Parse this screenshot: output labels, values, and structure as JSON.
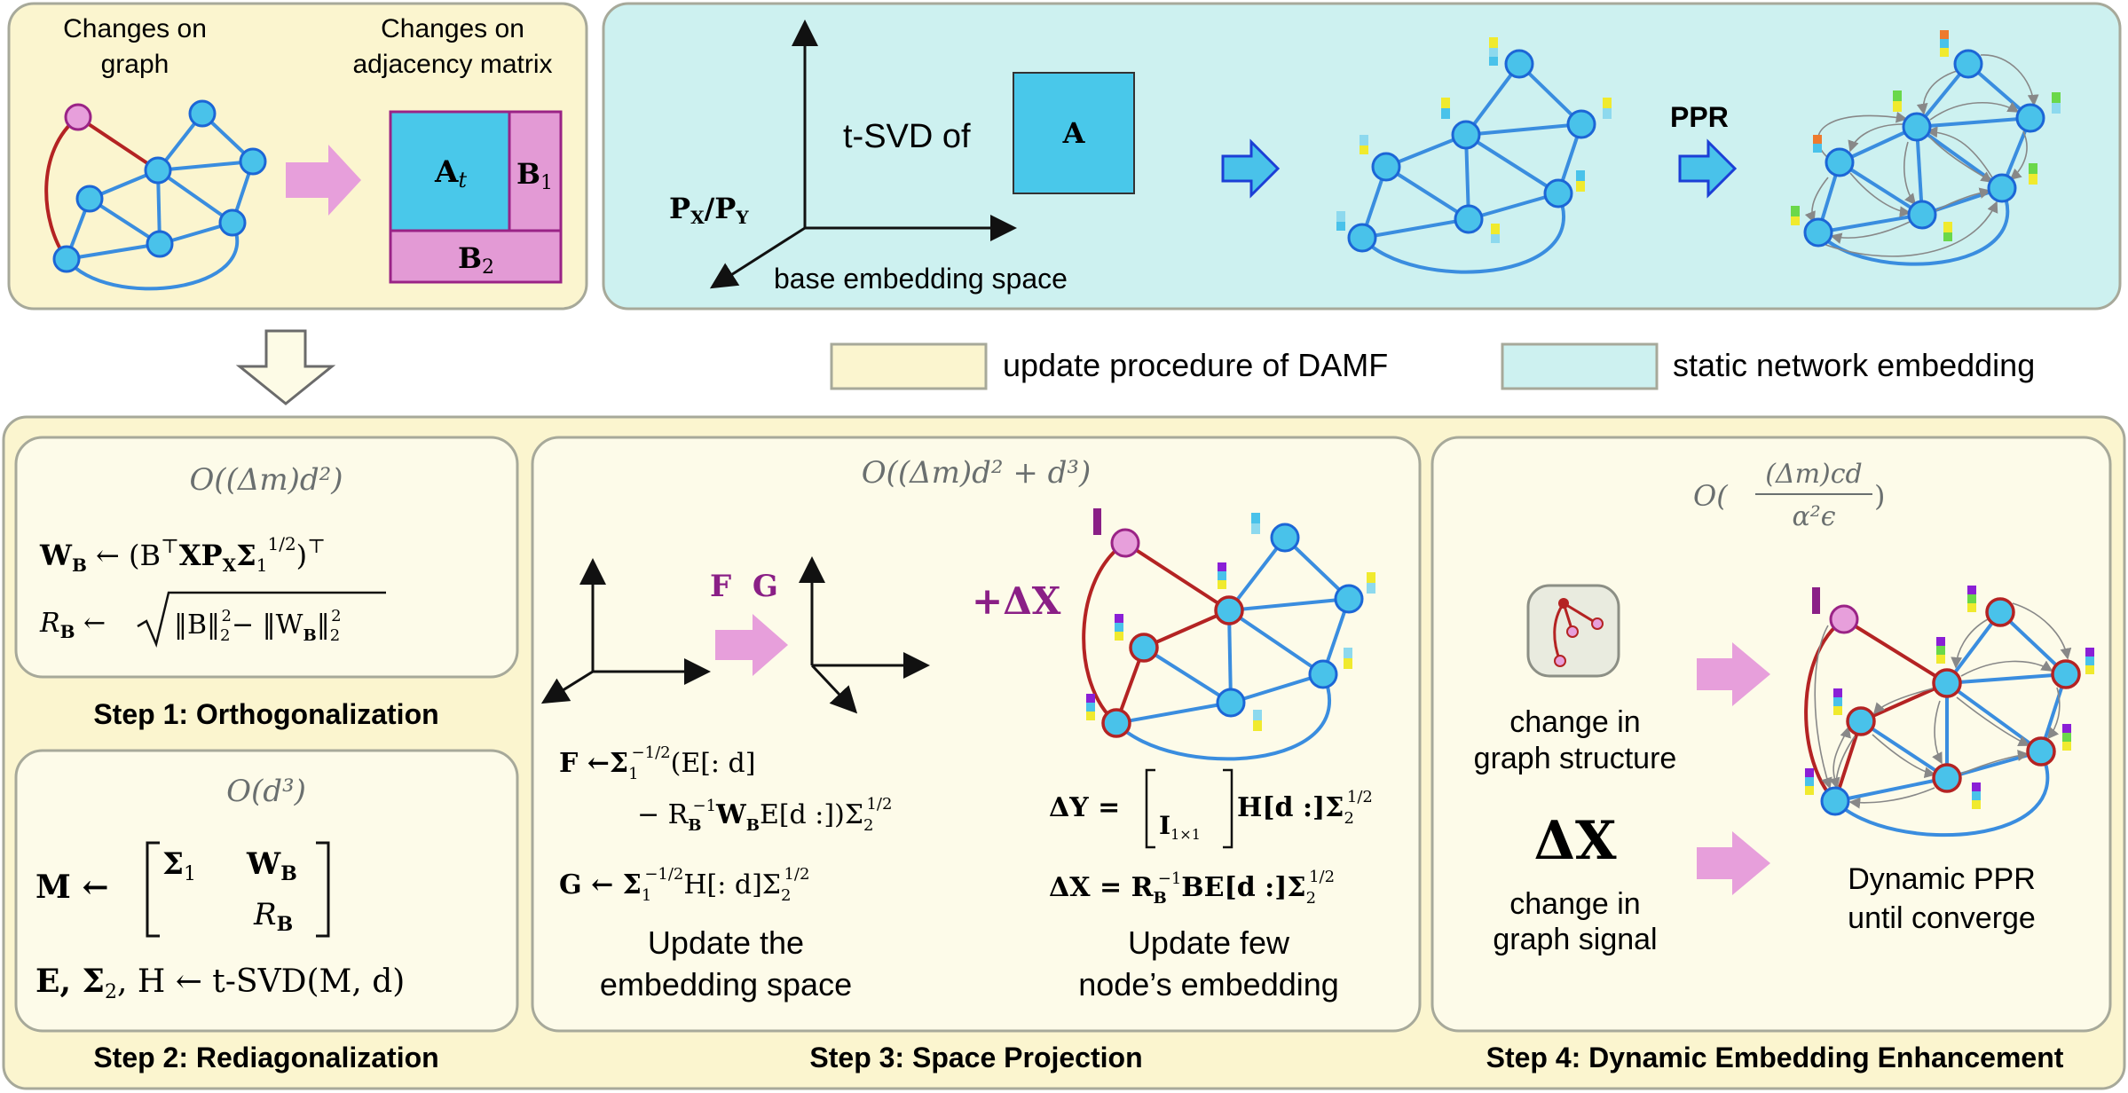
{
  "colors": {
    "update_bg": "#fbf5cf",
    "static_bg": "#cdf1f0",
    "panel_border": "#a7a99a",
    "node_blue": "#49c2ea",
    "node_stroke_blue": "#1c66d6",
    "edge_blue": "#3a8ddf",
    "edge_red": "#b42323",
    "matrix_a": "#49c8ea",
    "matrix_b": "#e39ad5",
    "matrix_border": "#9a2386",
    "arrow_pink": "#e79fdb",
    "purple_text": "#8a1f86"
  },
  "top_left": {
    "changes_graph_line1": "Changes on",
    "changes_graph_line2": "graph",
    "changes_matrix_line1": "Changes on",
    "changes_matrix_line2": "adjacency matrix",
    "block_at": "A",
    "block_at_sub": "t",
    "block_b1": "B",
    "block_b1_sub": "1",
    "block_b2": "B",
    "block_b2_sub": "2"
  },
  "top_right": {
    "tsvd_label": "t-SVD of",
    "matrix_label": "A",
    "projection_label": "P",
    "projection_x": "X",
    "projection_slash": "/P",
    "projection_y": "Y",
    "base_space": "base embedding space",
    "ppr_label": "PPR"
  },
  "legend": {
    "update": "update procedure of DAMF",
    "static": "static network embedding"
  },
  "step1": {
    "complexity": "O((Δm)d²)",
    "eq_w": "W_B ← (BᵀXP_XΣ₁^{1/2})ᵀ",
    "eq_w_lhs": "W",
    "eq_w_sub": "B",
    "eq_w_rhs": "← (B",
    "eq_w_rhs2": "XP",
    "eq_w_rhs3": "Σ",
    "eq_r_lhs": "R",
    "eq_r_sub": "B",
    "eq_r_arrow": "←",
    "eq_r_body": "‖B‖",
    "eq_r_body2": "− ‖W",
    "title": "Step 1: Orthogonalization"
  },
  "step2": {
    "complexity": "O(d³)",
    "m_lhs": "M ←",
    "sigma1": "Σ",
    "wb": "W",
    "rb": "R",
    "esh": "E, Σ",
    "esh2": ", H ← t-SVD(M, d)",
    "title": "Step 2: Rediagonalization"
  },
  "step3": {
    "complexity": "O((Δm)d² + d³)",
    "fg_label": "F  G",
    "delta_x_label": "+ΔX",
    "f_eq_line1": "F ←Σ",
    "f_eq_line1b": "(E[: d]",
    "f_eq_line2": "− R",
    "f_eq_line2b": "W",
    "f_eq_line2c": "E[d :])Σ",
    "g_eq": "G ← Σ",
    "g_eq_b": "H[: d]Σ",
    "dy_eq": "ΔY =",
    "dy_eq_b": "H[d :]Σ",
    "i_label": "I",
    "i_sub": "1×1",
    "dx_eq": "ΔX = R",
    "dx_eq_b": "BE[d :]Σ",
    "caption_left_1": "Update the",
    "caption_left_2": "embedding space",
    "caption_right_1": "Update few",
    "caption_right_2": "node’s embedding",
    "title": "Step 3: Space Projection"
  },
  "step4": {
    "complexity": "O(",
    "complexity_num": "(Δm)cd",
    "complexity_den": "α²ϵ",
    "complexity_close": ")",
    "structure_1": "change in",
    "structure_2": "graph structure",
    "delta_x": "ΔX",
    "signal_1": "change in",
    "signal_2": "graph signal",
    "ppr_1": "Dynamic PPR",
    "ppr_2": "until converge",
    "title": "Step 4: Dynamic Embedding Enhancement"
  }
}
